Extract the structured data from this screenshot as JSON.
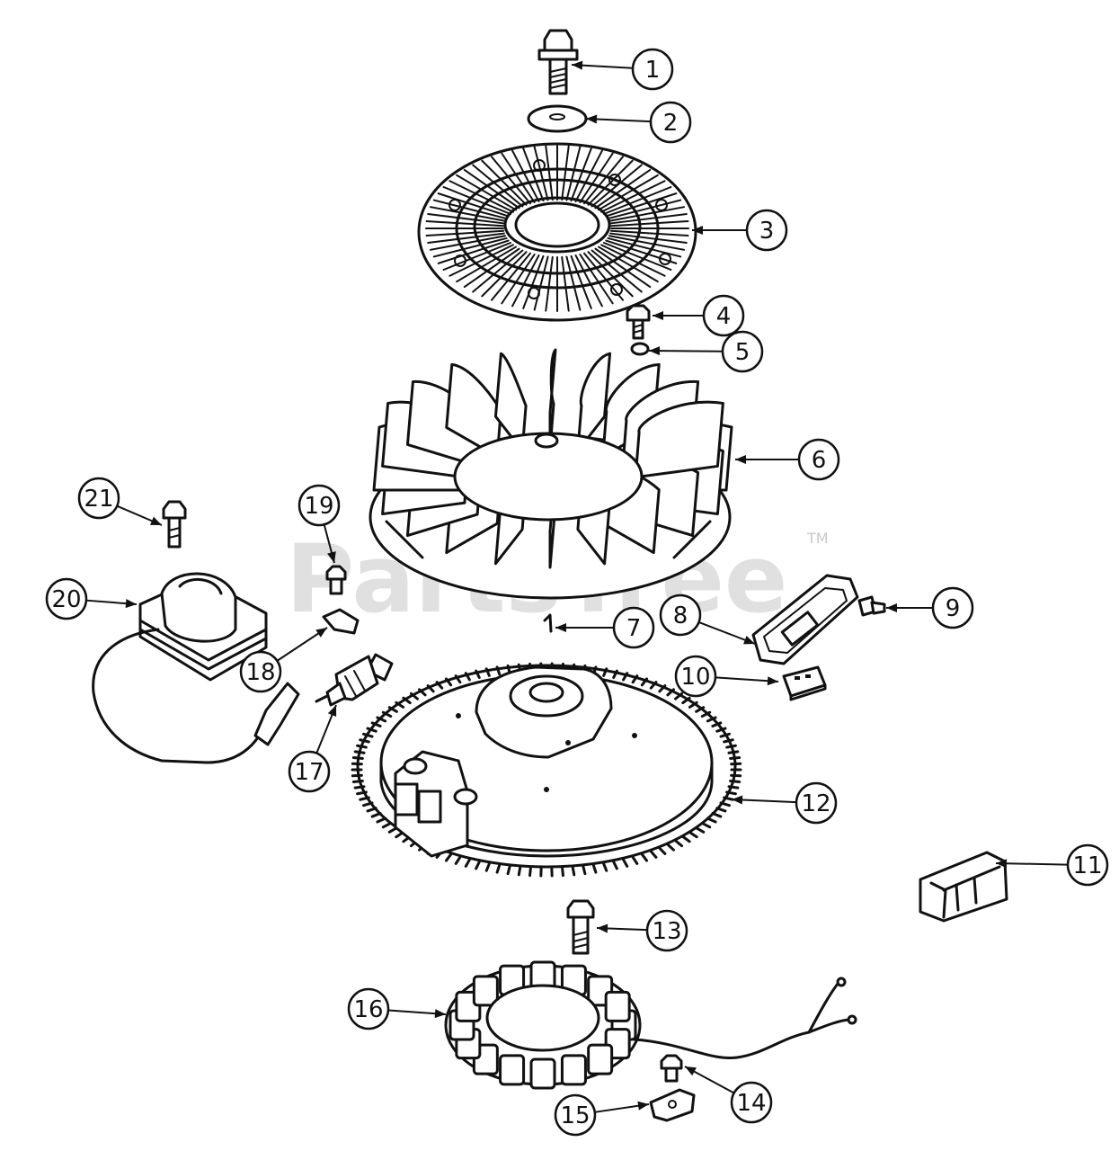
{
  "watermark": {
    "text": "PartsTree",
    "trademark": "TM"
  },
  "callouts": [
    {
      "id": "1",
      "label": "1"
    },
    {
      "id": "2",
      "label": "2"
    },
    {
      "id": "3",
      "label": "3"
    },
    {
      "id": "4",
      "label": "4"
    },
    {
      "id": "5",
      "label": "5"
    },
    {
      "id": "6",
      "label": "6"
    },
    {
      "id": "7",
      "label": "7"
    },
    {
      "id": "8",
      "label": "8"
    },
    {
      "id": "9",
      "label": "9"
    },
    {
      "id": "10",
      "label": "10"
    },
    {
      "id": "11",
      "label": "11"
    },
    {
      "id": "12",
      "label": "12"
    },
    {
      "id": "13",
      "label": "13"
    },
    {
      "id": "14",
      "label": "14"
    },
    {
      "id": "15",
      "label": "15"
    },
    {
      "id": "16",
      "label": "16"
    },
    {
      "id": "17",
      "label": "17"
    },
    {
      "id": "18",
      "label": "18"
    },
    {
      "id": "19",
      "label": "19"
    },
    {
      "id": "20",
      "label": "20"
    },
    {
      "id": "21",
      "label": "21"
    }
  ]
}
